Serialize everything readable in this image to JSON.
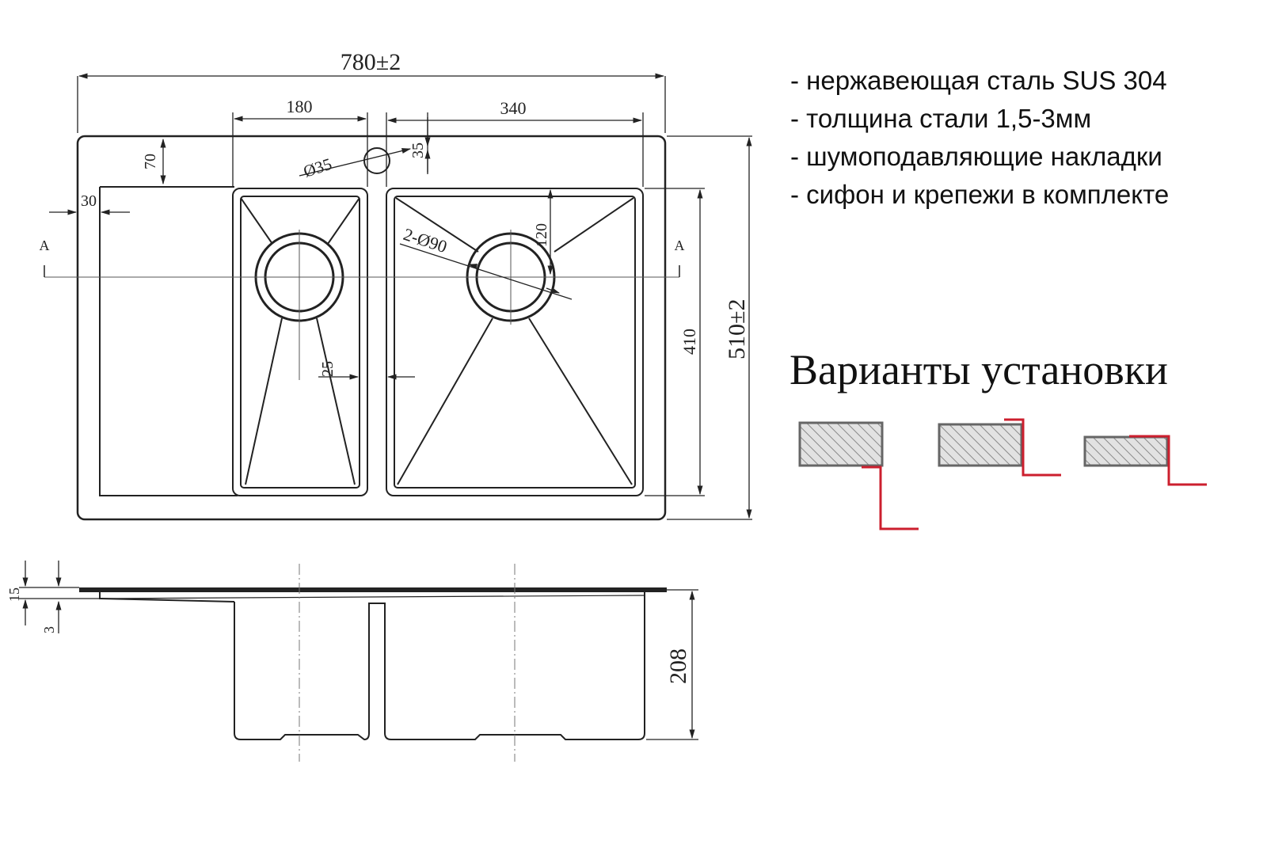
{
  "features": [
    "- нержавеющая сталь SUS 304",
    "- толщина стали 1,5-3мм",
    "- шумоподавляющие накладки",
    "- сифон и крепежи в комплекте"
  ],
  "install_title": "Варианты установки",
  "dimensions": {
    "overall_width": "780±2",
    "overall_depth": "510±2",
    "left_bowl_width": "180",
    "right_bowl_width": "340",
    "faucet_offset": "35",
    "faucet_hole": "Ø35",
    "rim_top": "70",
    "rim_left": "30",
    "drains": "2-Ø90",
    "drain_offset": "120",
    "divider": "25",
    "bowl_depth_plan": "410",
    "section_a_left": "A",
    "section_a_right": "A",
    "flange_15": "15",
    "flange_3": "3",
    "bowl_depth": "208"
  },
  "colors": {
    "line": "#222222",
    "install_edge": "#cc1f2e",
    "slab_fill": "#d8d8d8",
    "slab_border": "#666666"
  }
}
